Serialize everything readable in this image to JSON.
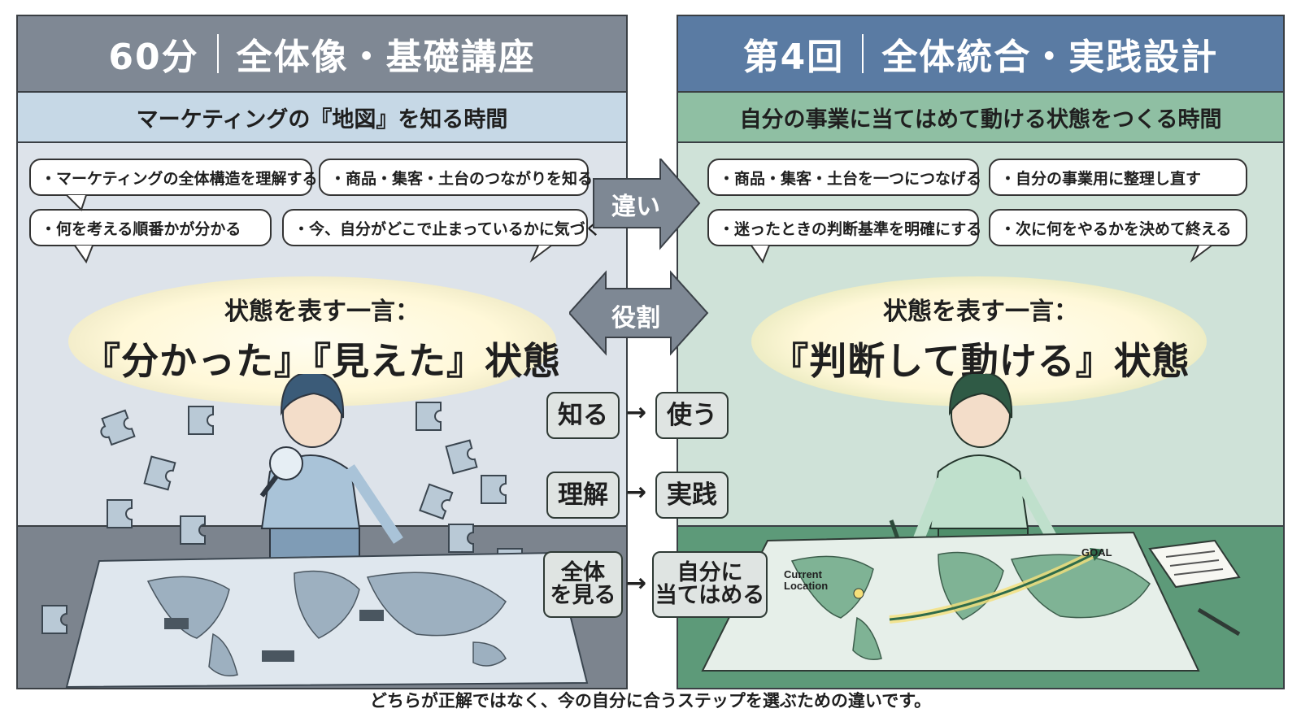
{
  "left": {
    "header": "60分",
    "header_sub": "全体像・基礎講座",
    "subtitle": "マーケティングの『地図』を知る時間",
    "bubbles": [
      "・マーケティングの全体構造を理解する",
      "・商品・集客・土台のつながりを知る",
      "・何を考える順番かが分かる",
      "・今、自分がどこで止まっているかに気づく"
    ],
    "state_label": "状態を表す一言：",
    "state_value": "『分かった』『見えた』状態"
  },
  "right": {
    "header": "第4回",
    "header_sub": "全体統合・実践設計",
    "subtitle": "自分の事業に当てはめて動ける状態をつくる時間",
    "bubbles": [
      "・商品・集客・土台を一つにつなげる",
      "・自分の事業用に整理し直す",
      "・迷ったときの判断基準を明確にする",
      "・次に何をやるかを決めて終える"
    ],
    "state_label": "状態を表す一言：",
    "state_value": "『判断して動ける』状態",
    "map_current": "Current\nLocation",
    "map_goal": "GOAL"
  },
  "center": {
    "diff_label": "違い",
    "role_label": "役割",
    "flow": [
      {
        "from": "知る",
        "to": "使う"
      },
      {
        "from": "理解",
        "to": "実践"
      },
      {
        "from": "全体\nを見る",
        "to": "自分に\n当てはめる"
      }
    ],
    "arrow_glyph": "→"
  },
  "footer": "どちらが正解ではなく、今の自分に合うステップを選ぶための違いです。",
  "colors": {
    "left_header": "#7f8894",
    "right_header": "#5a7ba3",
    "left_panel": "#dde3ea",
    "right_panel": "#cfe2d8",
    "center_arrow": "#7e8894"
  }
}
